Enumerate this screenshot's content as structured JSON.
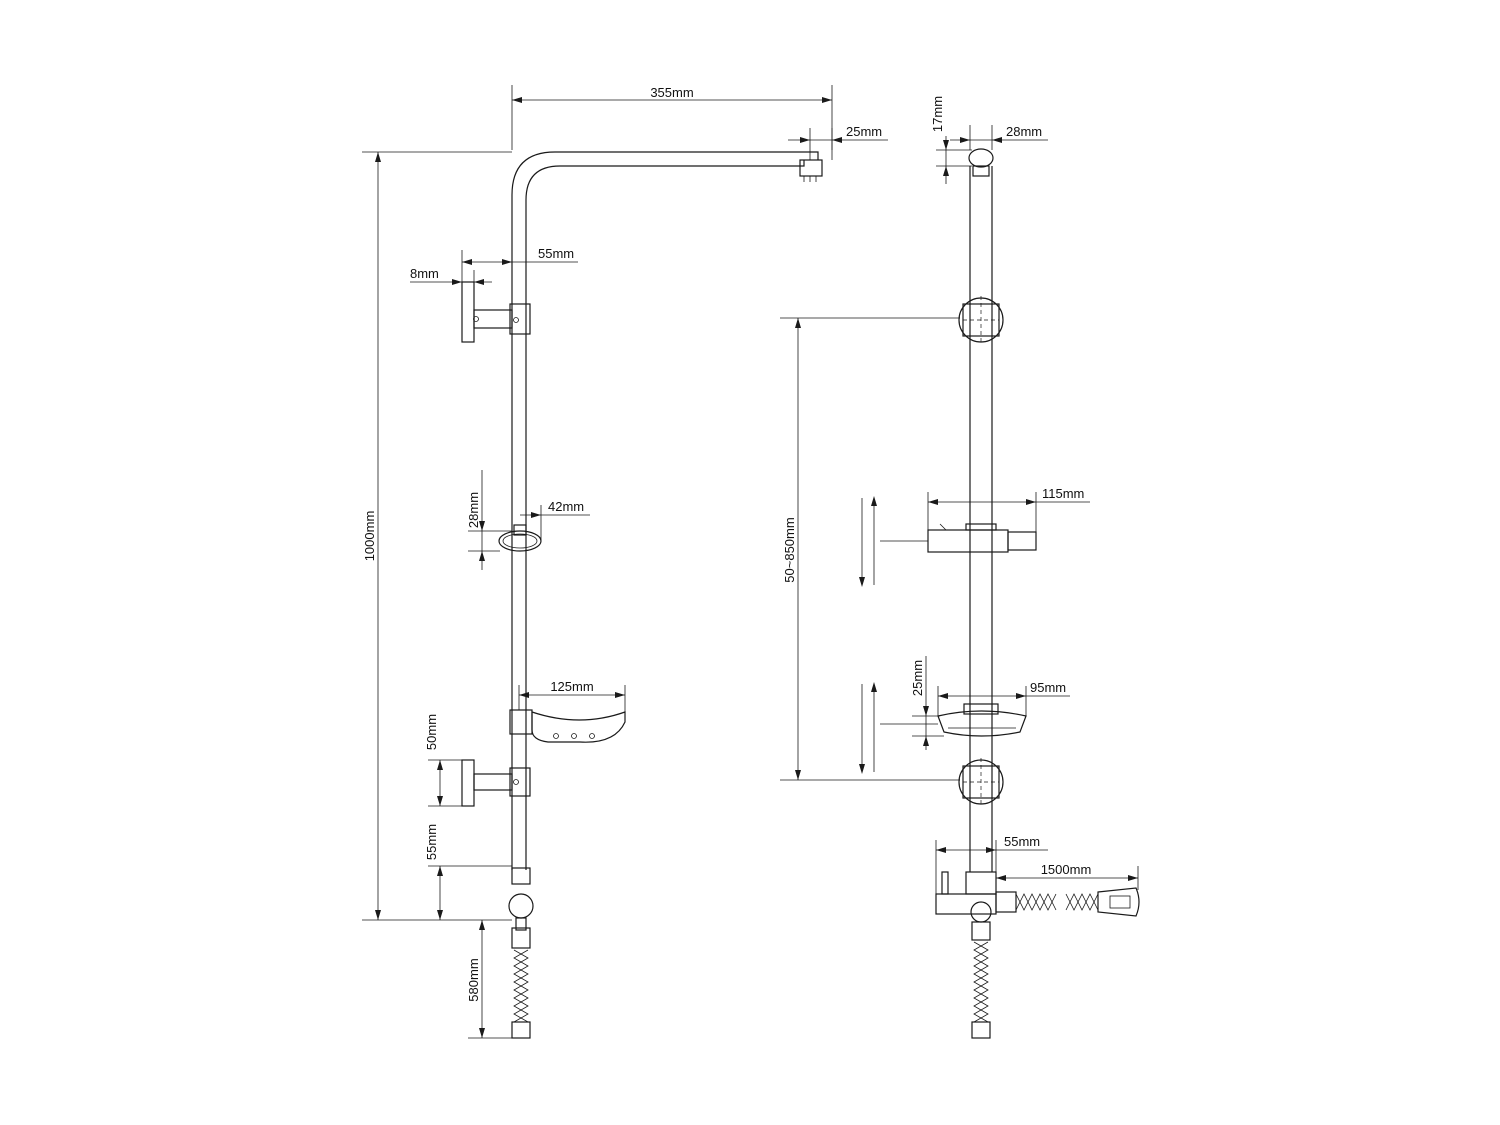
{
  "diagram": {
    "left_view": {
      "labels": {
        "arm_length": "355mm",
        "head_width": "25mm",
        "bracket_offset": "55mm",
        "bracket_thickness": "8mm",
        "holder_height": "28mm",
        "holder_width": "42mm",
        "soap_dish_width": "125mm",
        "lower_bracket": "50mm",
        "diverter_height": "55mm",
        "total_height": "1000mm",
        "hose_height": "580mm"
      }
    },
    "right_view": {
      "labels": {
        "head_height": "17mm",
        "head_width": "28mm",
        "slider_width": "115mm",
        "adjust_range": "50~850mm",
        "dish_height": "25mm",
        "dish_width": "95mm",
        "diverter_offset": "55mm",
        "hose_length": "1500mm"
      }
    }
  }
}
